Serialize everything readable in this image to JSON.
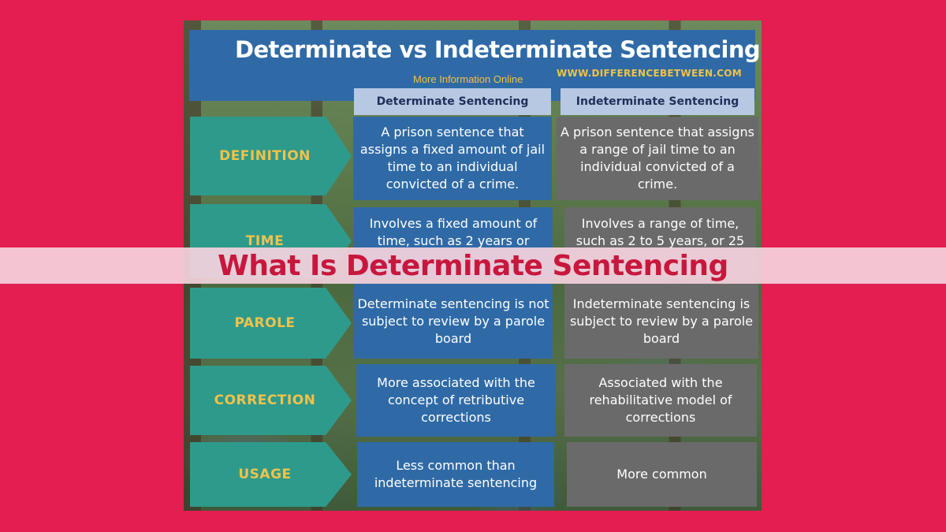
{
  "banner": {
    "text": "What Is Determinate Sentencing"
  },
  "infographic": {
    "title": "Determinate vs Indeterminate Sentencing",
    "more_info": "More Information  Online",
    "website": "WWW.DIFFERENCEBETWEEN.COM",
    "columns": {
      "determinate": "Determinate Sentencing",
      "indeterminate": "Indeterminate Sentencing"
    },
    "rows": [
      {
        "label": "DEFINITION",
        "determinate": "A prison sentence that assigns a fixed amount of jail time to an individual convicted of a crime.",
        "indeterminate": "A prison sentence that assigns a range of jail time to an individual convicted of a crime."
      },
      {
        "label": "TIME",
        "determinate": "Involves a fixed amount of time, such as 2 years or",
        "indeterminate": "Involves a range of time, such as 2 to 5 years, or 25"
      },
      {
        "label": "PAROLE",
        "determinate": "Determinate sentencing is not subject to review by a parole board",
        "indeterminate": "Indeterminate sentencing is subject to review by a parole board"
      },
      {
        "label": "CORRECTION",
        "determinate": "More associated with the concept of retributive corrections",
        "indeterminate": "Associated with the rehabilitative model of corrections"
      },
      {
        "label": "USAGE",
        "determinate": "Less common than indeterminate sentencing",
        "indeterminate": "More common"
      }
    ]
  },
  "colors": {
    "background": "#e31e50",
    "header_blue": "#2f6aa6",
    "label_teal": "#2e9a8c",
    "label_text_gold": "#f0c24a",
    "indeterminate_gray": "#6a6a6a",
    "banner_text": "#c8173d"
  }
}
